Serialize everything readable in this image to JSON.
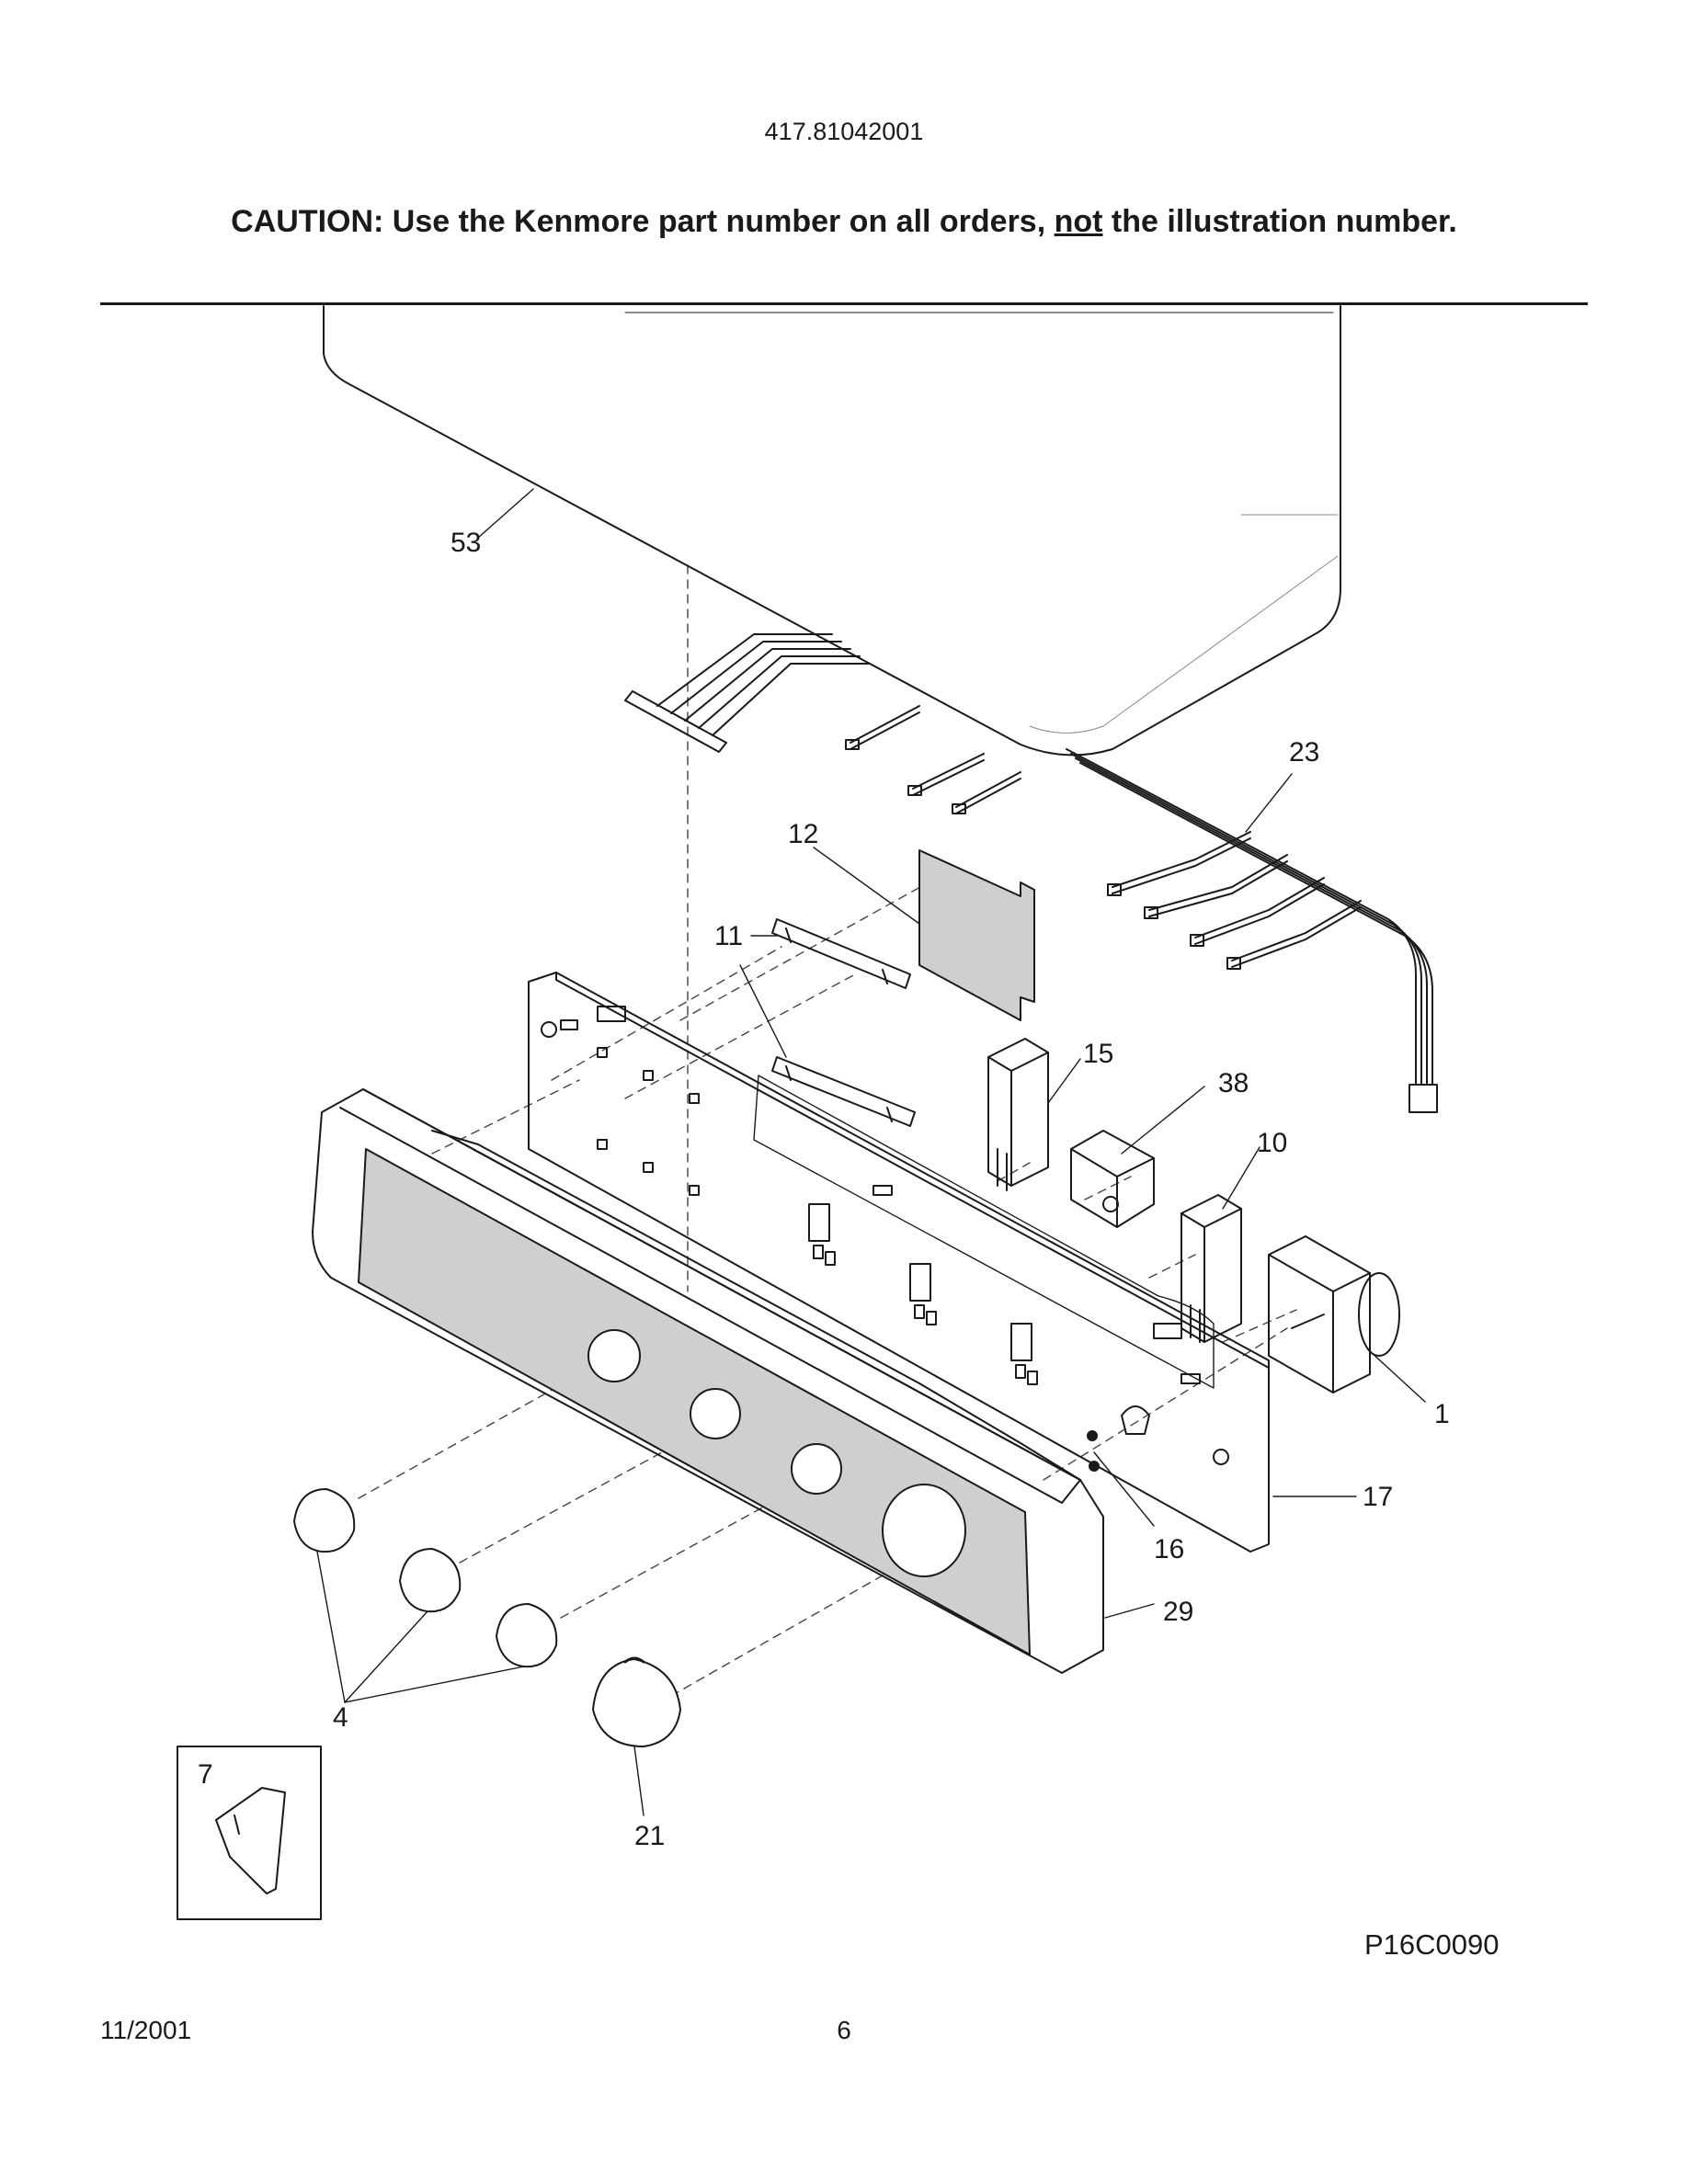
{
  "header": {
    "model_number": "417.81042001",
    "caution_prefix": "CAUTION: Use the Kenmore part number on all orders, ",
    "caution_underlined": "not",
    "caution_suffix": " the illustration number."
  },
  "diagram": {
    "callouts": [
      {
        "id": "53",
        "label": "53"
      },
      {
        "id": "23",
        "label": "23"
      },
      {
        "id": "12",
        "label": "12"
      },
      {
        "id": "11",
        "label": "11"
      },
      {
        "id": "15",
        "label": "15"
      },
      {
        "id": "38",
        "label": "38"
      },
      {
        "id": "10",
        "label": "10"
      },
      {
        "id": "1",
        "label": "1"
      },
      {
        "id": "17",
        "label": "17"
      },
      {
        "id": "16",
        "label": "16"
      },
      {
        "id": "29",
        "label": "29"
      },
      {
        "id": "4",
        "label": "4"
      },
      {
        "id": "7",
        "label": "7"
      },
      {
        "id": "21",
        "label": "21"
      }
    ],
    "figure_code": "P16C0090"
  },
  "footer": {
    "date": "11/2001",
    "page_number": "6"
  }
}
